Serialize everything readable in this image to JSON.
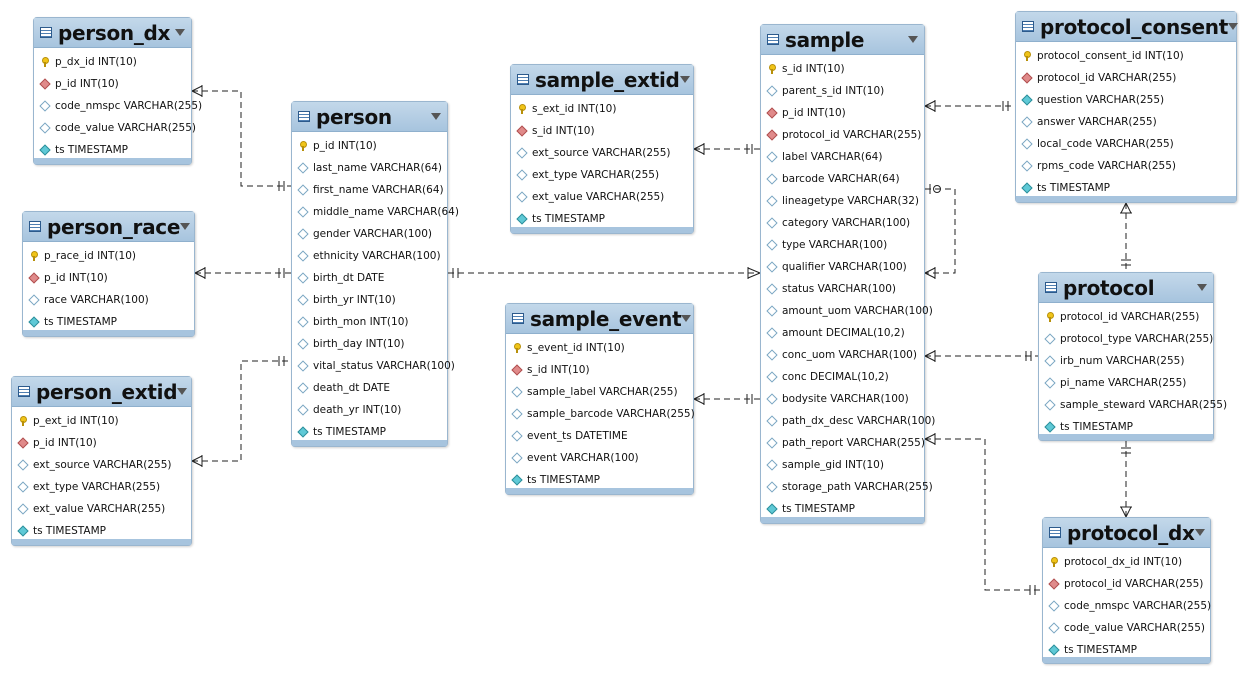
{
  "tables": {
    "person_dx": {
      "name": "person_dx",
      "columns": [
        {
          "label": "p_dx_id INT(10)",
          "icon": "pk"
        },
        {
          "label": "p_id INT(10)",
          "icon": "fk"
        },
        {
          "label": "code_nmspc VARCHAR(255)",
          "icon": "attr"
        },
        {
          "label": "code_value VARCHAR(255)",
          "icon": "attr"
        },
        {
          "label": "ts TIMESTAMP",
          "icon": "nn"
        }
      ]
    },
    "person_race": {
      "name": "person_race",
      "columns": [
        {
          "label": "p_race_id INT(10)",
          "icon": "pk"
        },
        {
          "label": "p_id INT(10)",
          "icon": "fk"
        },
        {
          "label": "race VARCHAR(100)",
          "icon": "attr"
        },
        {
          "label": "ts TIMESTAMP",
          "icon": "nn"
        }
      ]
    },
    "person_extid": {
      "name": "person_extid",
      "columns": [
        {
          "label": "p_ext_id INT(10)",
          "icon": "pk"
        },
        {
          "label": "p_id INT(10)",
          "icon": "fk"
        },
        {
          "label": "ext_source VARCHAR(255)",
          "icon": "attr"
        },
        {
          "label": "ext_type VARCHAR(255)",
          "icon": "attr"
        },
        {
          "label": "ext_value VARCHAR(255)",
          "icon": "attr"
        },
        {
          "label": "ts TIMESTAMP",
          "icon": "nn"
        }
      ]
    },
    "person": {
      "name": "person",
      "columns": [
        {
          "label": "p_id INT(10)",
          "icon": "pk"
        },
        {
          "label": "last_name VARCHAR(64)",
          "icon": "attr"
        },
        {
          "label": "first_name VARCHAR(64)",
          "icon": "attr"
        },
        {
          "label": "middle_name VARCHAR(64)",
          "icon": "attr"
        },
        {
          "label": "gender VARCHAR(100)",
          "icon": "attr"
        },
        {
          "label": "ethnicity VARCHAR(100)",
          "icon": "attr"
        },
        {
          "label": "birth_dt DATE",
          "icon": "attr"
        },
        {
          "label": "birth_yr INT(10)",
          "icon": "attr"
        },
        {
          "label": "birth_mon INT(10)",
          "icon": "attr"
        },
        {
          "label": "birth_day INT(10)",
          "icon": "attr"
        },
        {
          "label": "vital_status VARCHAR(100)",
          "icon": "attr"
        },
        {
          "label": "death_dt DATE",
          "icon": "attr"
        },
        {
          "label": "death_yr INT(10)",
          "icon": "attr"
        },
        {
          "label": "ts TIMESTAMP",
          "icon": "nn"
        }
      ]
    },
    "sample_extid": {
      "name": "sample_extid",
      "columns": [
        {
          "label": "s_ext_id INT(10)",
          "icon": "pk"
        },
        {
          "label": "s_id INT(10)",
          "icon": "fk"
        },
        {
          "label": "ext_source VARCHAR(255)",
          "icon": "attr"
        },
        {
          "label": "ext_type VARCHAR(255)",
          "icon": "attr"
        },
        {
          "label": "ext_value VARCHAR(255)",
          "icon": "attr"
        },
        {
          "label": "ts TIMESTAMP",
          "icon": "nn"
        }
      ]
    },
    "sample_event": {
      "name": "sample_event",
      "columns": [
        {
          "label": "s_event_id INT(10)",
          "icon": "pk"
        },
        {
          "label": "s_id INT(10)",
          "icon": "fk"
        },
        {
          "label": "sample_label VARCHAR(255)",
          "icon": "attr"
        },
        {
          "label": "sample_barcode VARCHAR(255)",
          "icon": "attr"
        },
        {
          "label": "event_ts DATETIME",
          "icon": "attr"
        },
        {
          "label": "event VARCHAR(100)",
          "icon": "attr"
        },
        {
          "label": "ts TIMESTAMP",
          "icon": "nn"
        }
      ]
    },
    "sample": {
      "name": "sample",
      "columns": [
        {
          "label": "s_id INT(10)",
          "icon": "pk"
        },
        {
          "label": "parent_s_id INT(10)",
          "icon": "attr"
        },
        {
          "label": "p_id INT(10)",
          "icon": "fk"
        },
        {
          "label": "protocol_id VARCHAR(255)",
          "icon": "fk"
        },
        {
          "label": "label VARCHAR(64)",
          "icon": "attr"
        },
        {
          "label": "barcode VARCHAR(64)",
          "icon": "attr"
        },
        {
          "label": "lineagetype VARCHAR(32)",
          "icon": "attr"
        },
        {
          "label": "category VARCHAR(100)",
          "icon": "attr"
        },
        {
          "label": "type VARCHAR(100)",
          "icon": "attr"
        },
        {
          "label": "qualifier VARCHAR(100)",
          "icon": "attr"
        },
        {
          "label": "status VARCHAR(100)",
          "icon": "attr"
        },
        {
          "label": "amount_uom VARCHAR(100)",
          "icon": "attr"
        },
        {
          "label": "amount DECIMAL(10,2)",
          "icon": "attr"
        },
        {
          "label": "conc_uom VARCHAR(100)",
          "icon": "attr"
        },
        {
          "label": "conc DECIMAL(10,2)",
          "icon": "attr"
        },
        {
          "label": "bodysite VARCHAR(100)",
          "icon": "attr"
        },
        {
          "label": "path_dx_desc VARCHAR(100)",
          "icon": "attr"
        },
        {
          "label": "path_report VARCHAR(255)",
          "icon": "attr"
        },
        {
          "label": "sample_gid INT(10)",
          "icon": "attr"
        },
        {
          "label": "storage_path VARCHAR(255)",
          "icon": "attr"
        },
        {
          "label": "ts TIMESTAMP",
          "icon": "nn"
        }
      ]
    },
    "protocol_consent": {
      "name": "protocol_consent",
      "columns": [
        {
          "label": "protocol_consent_id INT(10)",
          "icon": "pk"
        },
        {
          "label": "protocol_id VARCHAR(255)",
          "icon": "fk"
        },
        {
          "label": "question VARCHAR(255)",
          "icon": "nn"
        },
        {
          "label": "answer VARCHAR(255)",
          "icon": "attr"
        },
        {
          "label": "local_code VARCHAR(255)",
          "icon": "attr"
        },
        {
          "label": "rpms_code VARCHAR(255)",
          "icon": "attr"
        },
        {
          "label": "ts TIMESTAMP",
          "icon": "nn"
        }
      ]
    },
    "protocol": {
      "name": "protocol",
      "columns": [
        {
          "label": "protocol_id VARCHAR(255)",
          "icon": "pk"
        },
        {
          "label": "protocol_type VARCHAR(255)",
          "icon": "attr"
        },
        {
          "label": "irb_num VARCHAR(255)",
          "icon": "attr"
        },
        {
          "label": "pi_name VARCHAR(255)",
          "icon": "attr"
        },
        {
          "label": "sample_steward VARCHAR(255)",
          "icon": "attr"
        },
        {
          "label": "ts TIMESTAMP",
          "icon": "nn"
        }
      ]
    },
    "protocol_dx": {
      "name": "protocol_dx",
      "columns": [
        {
          "label": "protocol_dx_id INT(10)",
          "icon": "pk"
        },
        {
          "label": "protocol_id VARCHAR(255)",
          "icon": "fk"
        },
        {
          "label": "code_nmspc VARCHAR(255)",
          "icon": "attr"
        },
        {
          "label": "code_value VARCHAR(255)",
          "icon": "attr"
        },
        {
          "label": "ts TIMESTAMP",
          "icon": "nn"
        }
      ]
    }
  },
  "relationships": [
    {
      "from": "person_dx",
      "to": "person",
      "from_end": "many",
      "to_end": "one"
    },
    {
      "from": "person_race",
      "to": "person",
      "from_end": "many",
      "to_end": "one"
    },
    {
      "from": "person_extid",
      "to": "person",
      "from_end": "many",
      "to_end": "one"
    },
    {
      "from": "person",
      "to": "sample",
      "from_end": "one",
      "to_end": "many"
    },
    {
      "from": "sample_extid",
      "to": "sample",
      "from_end": "many",
      "to_end": "one"
    },
    {
      "from": "sample_event",
      "to": "sample",
      "from_end": "many",
      "to_end": "one"
    },
    {
      "from": "sample",
      "to": "sample",
      "from_end": "zero-or-one",
      "to_end": "many"
    },
    {
      "from": "sample",
      "to": "protocol_consent",
      "from_end": "many",
      "to_end": "one"
    },
    {
      "from": "sample",
      "to": "protocol",
      "from_end": "many",
      "to_end": "one"
    },
    {
      "from": "sample",
      "to": "protocol_dx",
      "from_end": "many",
      "to_end": "one"
    },
    {
      "from": "protocol_consent",
      "to": "protocol",
      "from_end": "many",
      "to_end": "one"
    },
    {
      "from": "protocol_dx",
      "to": "protocol",
      "from_end": "many",
      "to_end": "one"
    }
  ]
}
